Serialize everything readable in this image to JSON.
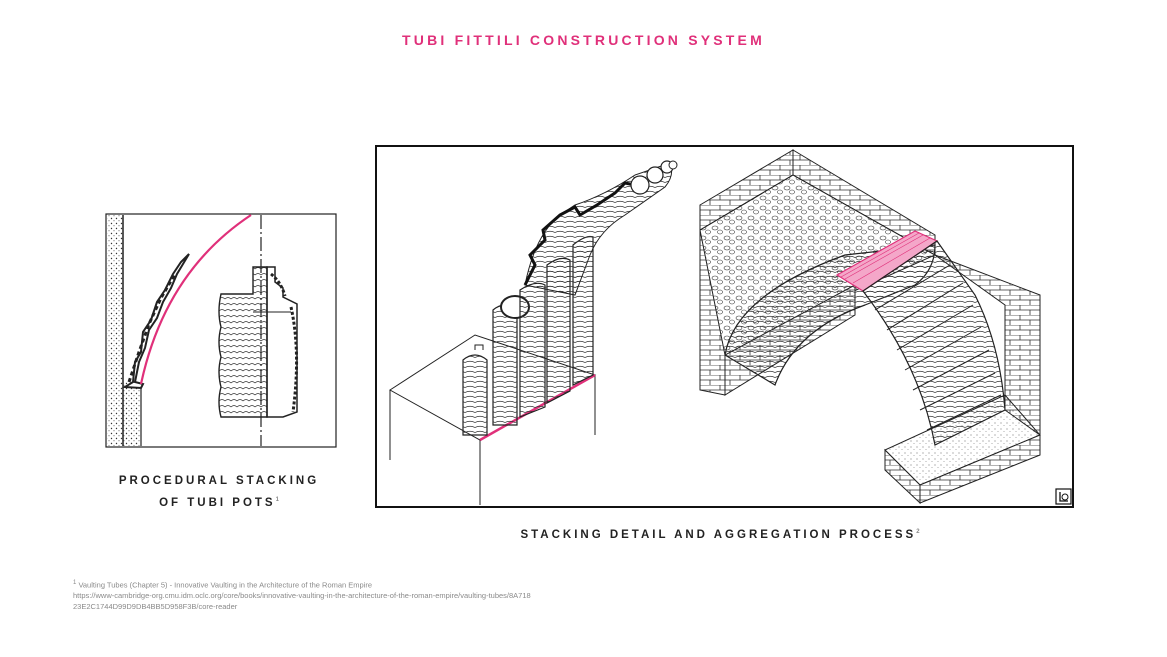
{
  "page": {
    "title": "TUBI FITTILI CONSTRUCTION SYSTEM",
    "accent_color": "#e0307a"
  },
  "figures": {
    "left": {
      "caption_line1": "PROCEDURAL STACKING",
      "caption_line2": "OF TUBI POTS",
      "footnote_ref": "1"
    },
    "right": {
      "caption": "STACKING DETAIL AND AGGREGATION PROCESS",
      "footnote_ref": "2",
      "logo_icon": "author-monogram-icon"
    }
  },
  "footnote": {
    "marker": "1",
    "text": "Vaulting Tubes (Chapter 5) - Innovative Vaulting in the Architecture of the Roman Empire",
    "url": "https://www-cambridge-org.cmu.idm.oclc.org/core/books/innovative-vaulting-in-the-architecture-of-the-roman-empire/vaulting-tubes/8A71823E2C1744D99D9DB4BB5D958F3B/core-reader"
  }
}
